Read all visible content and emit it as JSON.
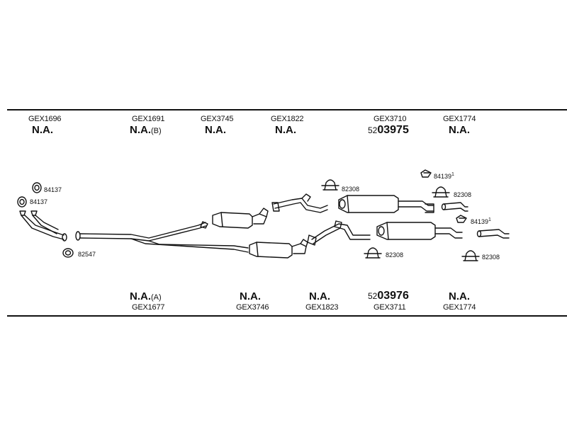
{
  "top_labels": [
    {
      "code": "GEX1696",
      "status": "N.A.",
      "note": ""
    },
    {
      "code": "GEX1691",
      "status": "N.A.",
      "note": "(B)"
    },
    {
      "code": "GEX3745",
      "status": "N.A.",
      "note": ""
    },
    {
      "code": "GEX1822",
      "status": "N.A.",
      "note": ""
    },
    {
      "code": "GEX3710",
      "prefix": "52",
      "number": "03975"
    },
    {
      "code": "GEX1774",
      "status": "N.A.",
      "note": ""
    }
  ],
  "bottom_labels": [
    {
      "code": "GEX1677",
      "status": "N.A.",
      "note": "(A)"
    },
    {
      "code": "GEX3746",
      "status": "N.A.",
      "note": ""
    },
    {
      "code": "GEX1823",
      "status": "N.A.",
      "note": ""
    },
    {
      "code": "GEX3711",
      "prefix": "52",
      "number": "03976"
    },
    {
      "code": "GEX1774",
      "status": "N.A.",
      "note": ""
    }
  ],
  "part_numbers": {
    "gasket_upper": "84137",
    "gasket_lower": "84137",
    "ring_front": "82547",
    "clamp_1": "82308",
    "rubber_upper": "84139",
    "rubber_upper_sup": "1",
    "clamp_2": "82308",
    "rubber_lower": "84139",
    "rubber_lower_sup": "1",
    "clamp_3": "82308",
    "clamp_4": "82308"
  }
}
